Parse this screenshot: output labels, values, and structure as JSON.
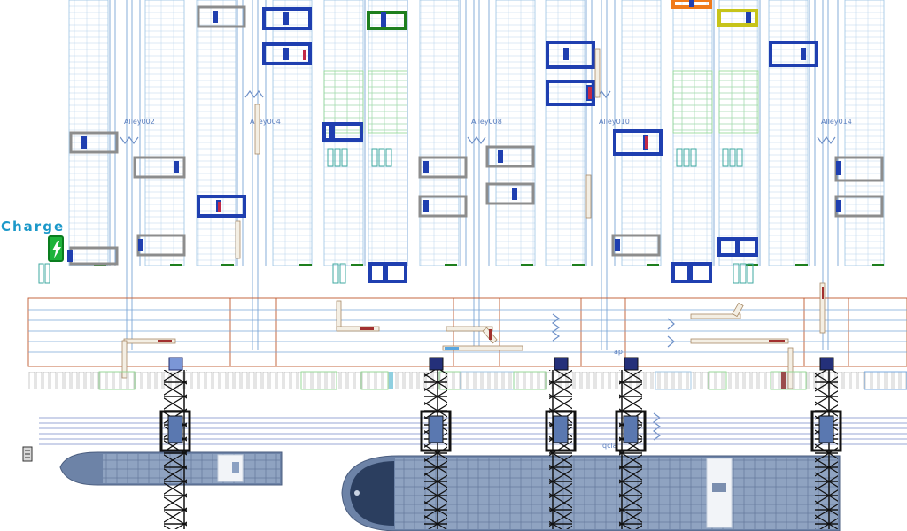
{
  "charge_label": "Charge",
  "alley_labels": [
    "Alley002",
    "Alley004",
    "Alley008",
    "Alley010",
    "Alley014"
  ],
  "misc_labels": {
    "ap": "ap",
    "qcla": "qcla"
  },
  "colors": {
    "alley_line": "#7aa6d6",
    "block_line": "#9cc4e4",
    "yard_green": "#8fd78f",
    "orange_lane": "#c0582e",
    "crane_grey": "#8d8d8d",
    "crane_blue": "#1f3fb0",
    "crane_green": "#1e7f1e",
    "crane_orange": "#f07a1a",
    "crane_yellow": "#c7c41a",
    "ship_hull": "#6d83a7",
    "ship_deck": "#98abc7",
    "charge_text": "#1b98c9",
    "charge_icon": "#1eb33b"
  },
  "icons": [
    "lightning-charge-icon"
  ]
}
